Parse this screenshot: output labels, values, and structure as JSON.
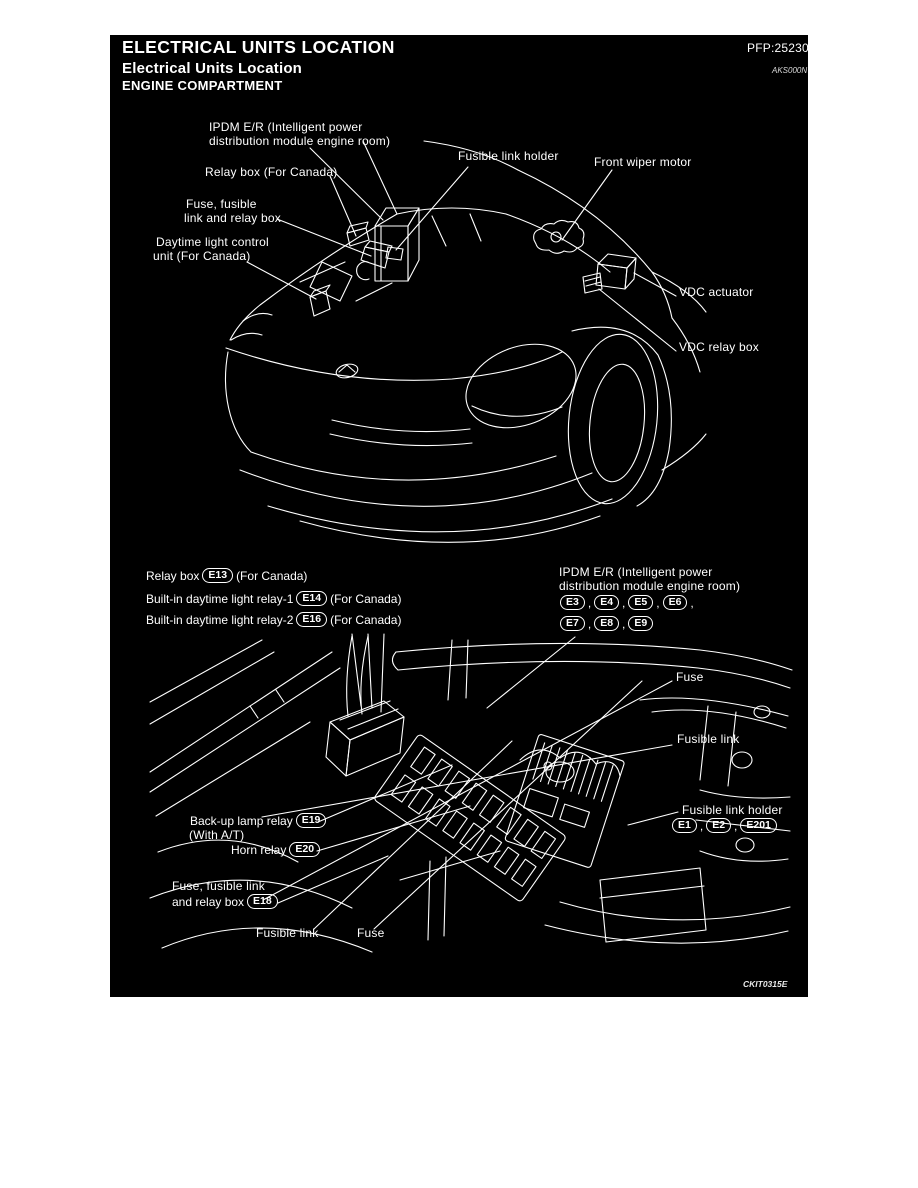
{
  "header": {
    "title": "ELECTRICAL UNITS LOCATION",
    "pfp_code": "PFP:25230",
    "subtitle": "Electrical Units Location",
    "section": "ENGINE COMPARTMENT",
    "ref_code": "AKS000N"
  },
  "figure_engine_front": {
    "labels": {
      "ipdm_line1": "IPDM E/R (Intelligent power",
      "ipdm_line2": "distribution module engine room)",
      "relay_box": "Relay box (For Canada)",
      "fuse_fusible_line1": "Fuse, fusible",
      "fuse_fusible_line2": "link and relay box",
      "daytime_line1": "Daytime light control",
      "daytime_line2": "unit (For Canada)",
      "fusible_link_holder": "Fusible link holder",
      "front_wiper_motor": "Front wiper motor",
      "vdc_actuator": "VDC actuator",
      "vdc_relay_box": "VDC relay box"
    }
  },
  "figure_engine_compartment": {
    "labels": {
      "relay_box": "Relay box",
      "relay_box_suffix": "(For Canada)",
      "daytime_relay1": "Built-in daytime light relay-1",
      "daytime_relay1_suffix": "(For Canada)",
      "daytime_relay2": "Built-in daytime light relay-2",
      "daytime_relay2_suffix": "(For Canada)",
      "ipdm_line1": "IPDM E/R (Intelligent power",
      "ipdm_line2": "distribution module engine room)",
      "fuse_right": "Fuse",
      "fusible_link_right": "Fusible link",
      "fusible_link_holder": "Fusible link holder",
      "backup_lamp_relay": "Back-up lamp relay",
      "backup_lamp_relay_note": "(With A/T)",
      "horn_relay": "Horn relay",
      "fuse_fusible_line1": "Fuse, fusible link",
      "fuse_fusible_line2": "and relay box",
      "fusible_link_bottom": "Fusible link",
      "fuse_bottom": "Fuse"
    },
    "connectors": {
      "relay_box": "E13",
      "daytime_relay1": "E14",
      "daytime_relay2": "E16",
      "ipdm_1": "E3",
      "ipdm_2": "E4",
      "ipdm_3": "E5",
      "ipdm_4": "E6",
      "ipdm_5": "E7",
      "ipdm_6": "E8",
      "ipdm_7": "E9",
      "flh_1": "E1",
      "flh_2": "E2",
      "flh_3": "E201",
      "backup_lamp_relay": "E19",
      "horn_relay": "E20",
      "fuse_fusible_box": "E18"
    },
    "punctuation": {
      "comma": ","
    }
  },
  "footer": {
    "image_code": "CKIT0315E"
  },
  "colors": {
    "page_bg": "#ffffff",
    "panel_bg": "#000000",
    "line": "#ffffff",
    "text": "#ffffff"
  }
}
